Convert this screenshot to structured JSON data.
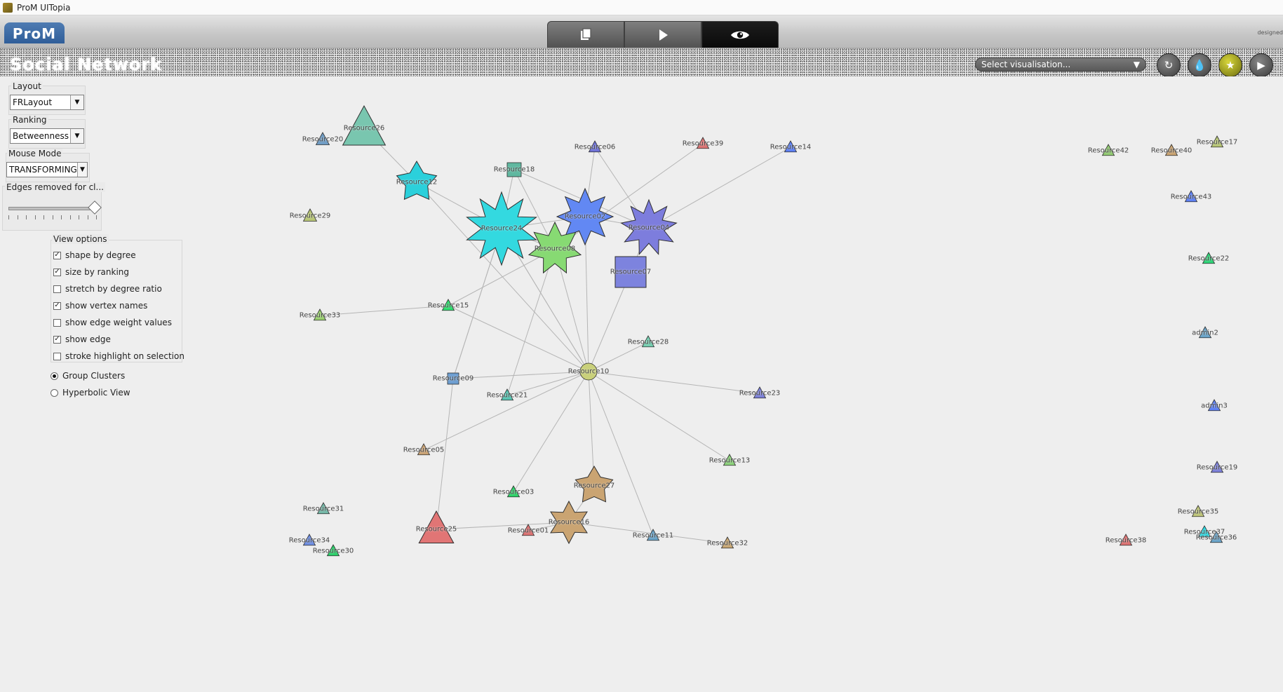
{
  "window": {
    "title": "ProM UITopia"
  },
  "header": {
    "logo_text": "ProM",
    "tabs": [
      {
        "name": "workspace",
        "icon": "stack-icon"
      },
      {
        "name": "actions",
        "icon": "play-icon"
      },
      {
        "name": "views",
        "icon": "eye-icon"
      }
    ],
    "designed_text": "designed",
    "page_title": "Social Network",
    "select_visualisation_placeholder": "Select visualisation...",
    "buttons": [
      {
        "name": "refresh",
        "icon": "refresh-icon"
      },
      {
        "name": "drop",
        "icon": "drop-icon"
      },
      {
        "name": "favorite",
        "icon": "star-icon"
      },
      {
        "name": "play",
        "icon": "play-icon"
      }
    ]
  },
  "controls": {
    "layout_label": "Layout",
    "layout_value": "FRLayout",
    "ranking_label": "Ranking",
    "ranking_value": "Betweenness",
    "mouse_mode_label": "Mouse Mode",
    "mouse_mode_value": "TRANSFORMING",
    "edges_removed_label": "Edges removed for cl...",
    "slider_value": 1.0,
    "view_options_label": "View options",
    "view_options": [
      {
        "label": "shape by degree",
        "checked": true
      },
      {
        "label": "size by ranking",
        "checked": true
      },
      {
        "label": "stretch by degree ratio",
        "checked": false
      },
      {
        "label": "show vertex names",
        "checked": true
      },
      {
        "label": "show edge weight values",
        "checked": false
      },
      {
        "label": "show edge",
        "checked": true
      },
      {
        "label": "stroke highlight on selection",
        "checked": false
      }
    ],
    "radio_options": [
      {
        "label": "Group Clusters",
        "selected": true
      },
      {
        "label": "Hyperbolic View",
        "selected": false
      }
    ]
  },
  "graph": {
    "nodes": [
      {
        "id": "Resource26",
        "label": "Resource26",
        "shape": "triangle",
        "color": "#79c6af"
      },
      {
        "id": "Resource12",
        "label": "Resource12",
        "shape": "star5",
        "color": "#2bd0db"
      },
      {
        "id": "Resource20",
        "label": "Resource20",
        "shape": "triangle",
        "color": "#6f9cc4"
      },
      {
        "id": "Resource29",
        "label": "Resource29",
        "shape": "triangle",
        "color": "#b8c676"
      },
      {
        "id": "Resource06",
        "label": "Resource06",
        "shape": "triangle",
        "color": "#6f72d8"
      },
      {
        "id": "Resource18",
        "label": "Resource18",
        "shape": "square",
        "color": "#60b8a0"
      },
      {
        "id": "Resource39",
        "label": "Resource39",
        "shape": "triangle",
        "color": "#dd7373"
      },
      {
        "id": "Resource14",
        "label": "Resource14",
        "shape": "triangle",
        "color": "#5d80f3"
      },
      {
        "id": "Resource24",
        "label": "Resource24",
        "shape": "star10",
        "color": "#33d9e0"
      },
      {
        "id": "Resource02",
        "label": "Resource02",
        "shape": "star8",
        "color": "#6288f3"
      },
      {
        "id": "Resource04",
        "label": "Resource04",
        "shape": "star9",
        "color": "#7d7ddd"
      },
      {
        "id": "Resource08",
        "label": "Resource08",
        "shape": "star7",
        "color": "#87da73"
      },
      {
        "id": "Resource07",
        "label": "Resource07",
        "shape": "square",
        "color": "#7d83de"
      },
      {
        "id": "Resource15",
        "label": "Resource15",
        "shape": "triangle",
        "color": "#2ee06f"
      },
      {
        "id": "Resource33",
        "label": "Resource33",
        "shape": "triangle",
        "color": "#9ad06f"
      },
      {
        "id": "Resource28",
        "label": "Resource28",
        "shape": "triangle",
        "color": "#74cfb0"
      },
      {
        "id": "Resource09",
        "label": "Resource09",
        "shape": "square",
        "color": "#6d9ed1"
      },
      {
        "id": "Resource10",
        "label": "Resource10",
        "shape": "circle",
        "color": "#c9d07a"
      },
      {
        "id": "Resource21",
        "label": "Resource21",
        "shape": "triangle",
        "color": "#57c5b2"
      },
      {
        "id": "Resource23",
        "label": "Resource23",
        "shape": "triangle",
        "color": "#7c80d9"
      },
      {
        "id": "Resource05",
        "label": "Resource05",
        "shape": "triangle",
        "color": "#c9a274"
      },
      {
        "id": "Resource13",
        "label": "Resource13",
        "shape": "triangle",
        "color": "#8cd27b"
      },
      {
        "id": "Resource03",
        "label": "Resource03",
        "shape": "triangle",
        "color": "#2dd268"
      },
      {
        "id": "Resource27",
        "label": "Resource27",
        "shape": "star5",
        "color": "#caa472"
      },
      {
        "id": "Resource31",
        "label": "Resource31",
        "shape": "triangle",
        "color": "#74b8a7"
      },
      {
        "id": "Resource25",
        "label": "Resource25",
        "shape": "triangle",
        "color": "#e17575"
      },
      {
        "id": "Resource01",
        "label": "Resource01",
        "shape": "triangle",
        "color": "#dd7272"
      },
      {
        "id": "Resource16",
        "label": "Resource16",
        "shape": "star6",
        "color": "#caa472"
      },
      {
        "id": "Resource11",
        "label": "Resource11",
        "shape": "triangle",
        "color": "#6aa4c9"
      },
      {
        "id": "Resource32",
        "label": "Resource32",
        "shape": "triangle",
        "color": "#c9a874"
      },
      {
        "id": "Resource34",
        "label": "Resource34",
        "shape": "triangle",
        "color": "#6f8fe3"
      },
      {
        "id": "Resource30",
        "label": "Resource30",
        "shape": "triangle",
        "color": "#2bd06a"
      },
      {
        "id": "Resource42",
        "label": "Resource42",
        "shape": "triangle",
        "color": "#92cb72"
      },
      {
        "id": "Resource40",
        "label": "Resource40",
        "shape": "triangle",
        "color": "#caa472"
      },
      {
        "id": "Resource17",
        "label": "Resource17",
        "shape": "triangle",
        "color": "#b7c675"
      },
      {
        "id": "Resource43",
        "label": "Resource43",
        "shape": "triangle",
        "color": "#5d80f3"
      },
      {
        "id": "Resource22",
        "label": "Resource22",
        "shape": "triangle",
        "color": "#2ed477"
      },
      {
        "id": "admin2",
        "label": "admin2",
        "shape": "triangle",
        "color": "#6aa4c9"
      },
      {
        "id": "admin3",
        "label": "admin3",
        "shape": "triangle",
        "color": "#5d80f3"
      },
      {
        "id": "Resource19",
        "label": "Resource19",
        "shape": "triangle",
        "color": "#7c80d9"
      },
      {
        "id": "Resource35",
        "label": "Resource35",
        "shape": "triangle",
        "color": "#bfc679"
      },
      {
        "id": "Resource37",
        "label": "Resource37",
        "shape": "triangle",
        "color": "#2ad7df"
      },
      {
        "id": "Resource36",
        "label": "Resource36",
        "shape": "triangle",
        "color": "#6aa4c9"
      },
      {
        "id": "Resource38",
        "label": "Resource38",
        "shape": "triangle",
        "color": "#dd7272"
      }
    ]
  }
}
